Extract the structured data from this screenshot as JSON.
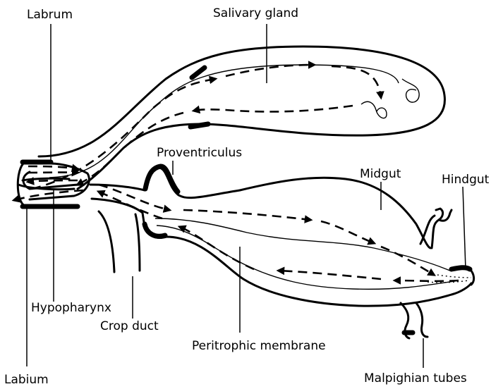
{
  "labels": {
    "labrum": "Labrum",
    "salivary_gland": "Salivary gland",
    "proventriculus": "Proventriculus",
    "midgut": "Midgut",
    "hindgut": "Hindgut",
    "hypopharynx": "Hypopharynx",
    "crop_duct": "Crop duct",
    "peritrophic_membrane": "Peritrophic membrane",
    "labium": "Labium",
    "malpighian_tubes": "Malpighian tubes"
  }
}
